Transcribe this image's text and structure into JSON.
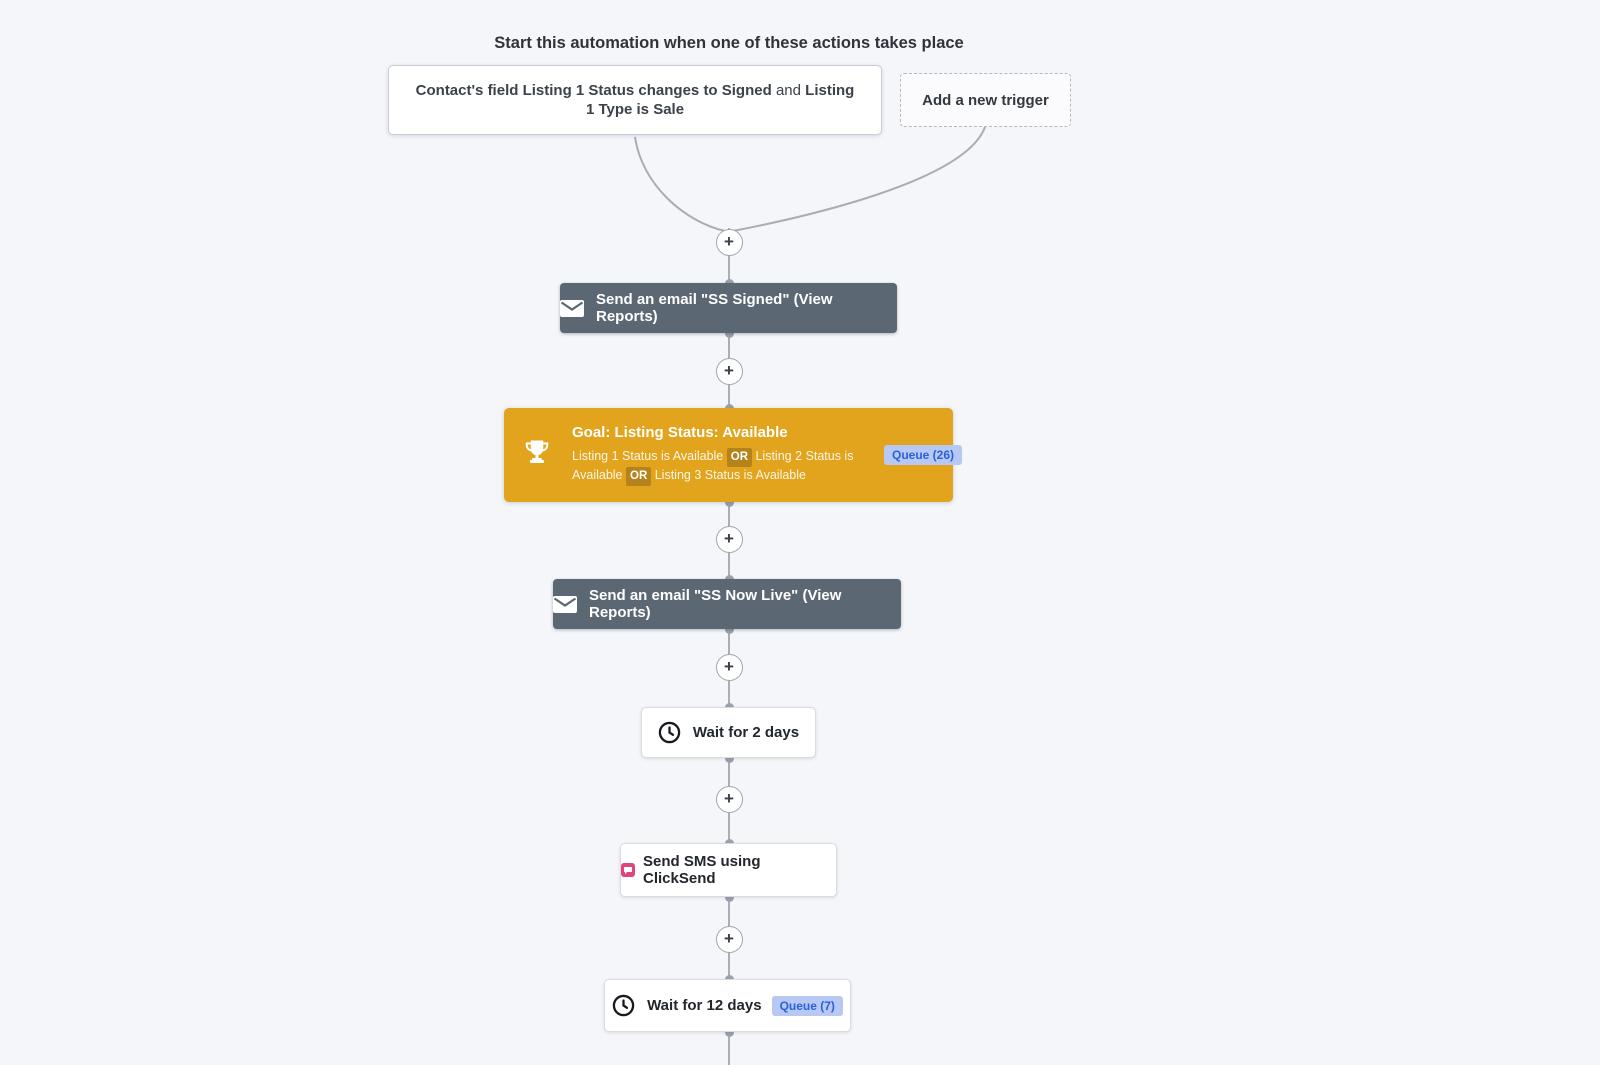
{
  "canvas": {
    "heading": "Start this automation when one of these actions takes place",
    "plus": "+"
  },
  "triggers": {
    "trigger": {
      "bold1": "Contact's field Listing 1 Status changes to Signed",
      "normal1": " and ",
      "bold2": "Listing 1 Type is Sale"
    },
    "add_new": "Add a new trigger"
  },
  "nodes": {
    "email_ss_signed": {
      "label": "Send an email \"SS Signed\"",
      "view_reports": "(View Reports)"
    },
    "goal": {
      "title": "Goal: Listing Status: Available",
      "cond1": "Listing 1 Status is Available",
      "or1": "OR",
      "cond2": "Listing 2 Status is Available",
      "or2": "OR",
      "cond3": "Listing 3 Status is Available",
      "queue": "Queue (26)"
    },
    "email_ss_now_live": {
      "label": "Send an email \"SS Now Live\"",
      "view_reports": "(View Reports)"
    },
    "wait_2_days": {
      "label": "Wait for 2 days"
    },
    "sms_clicksend": {
      "label": "Send SMS using ClickSend"
    },
    "wait_12_days": {
      "label": "Wait for 12 days",
      "queue": "Queue (7)"
    }
  },
  "colors": {
    "background": "#f5f6fa",
    "slate_node": "#5b6874",
    "goal_orange": "#e2a31d",
    "or_badge": "#b5831c",
    "queue_badge_bg": "#b7c9f3",
    "queue_badge_text": "#2a61d8",
    "wire": "#a8adb6",
    "sms_pink": "#e0457d"
  }
}
